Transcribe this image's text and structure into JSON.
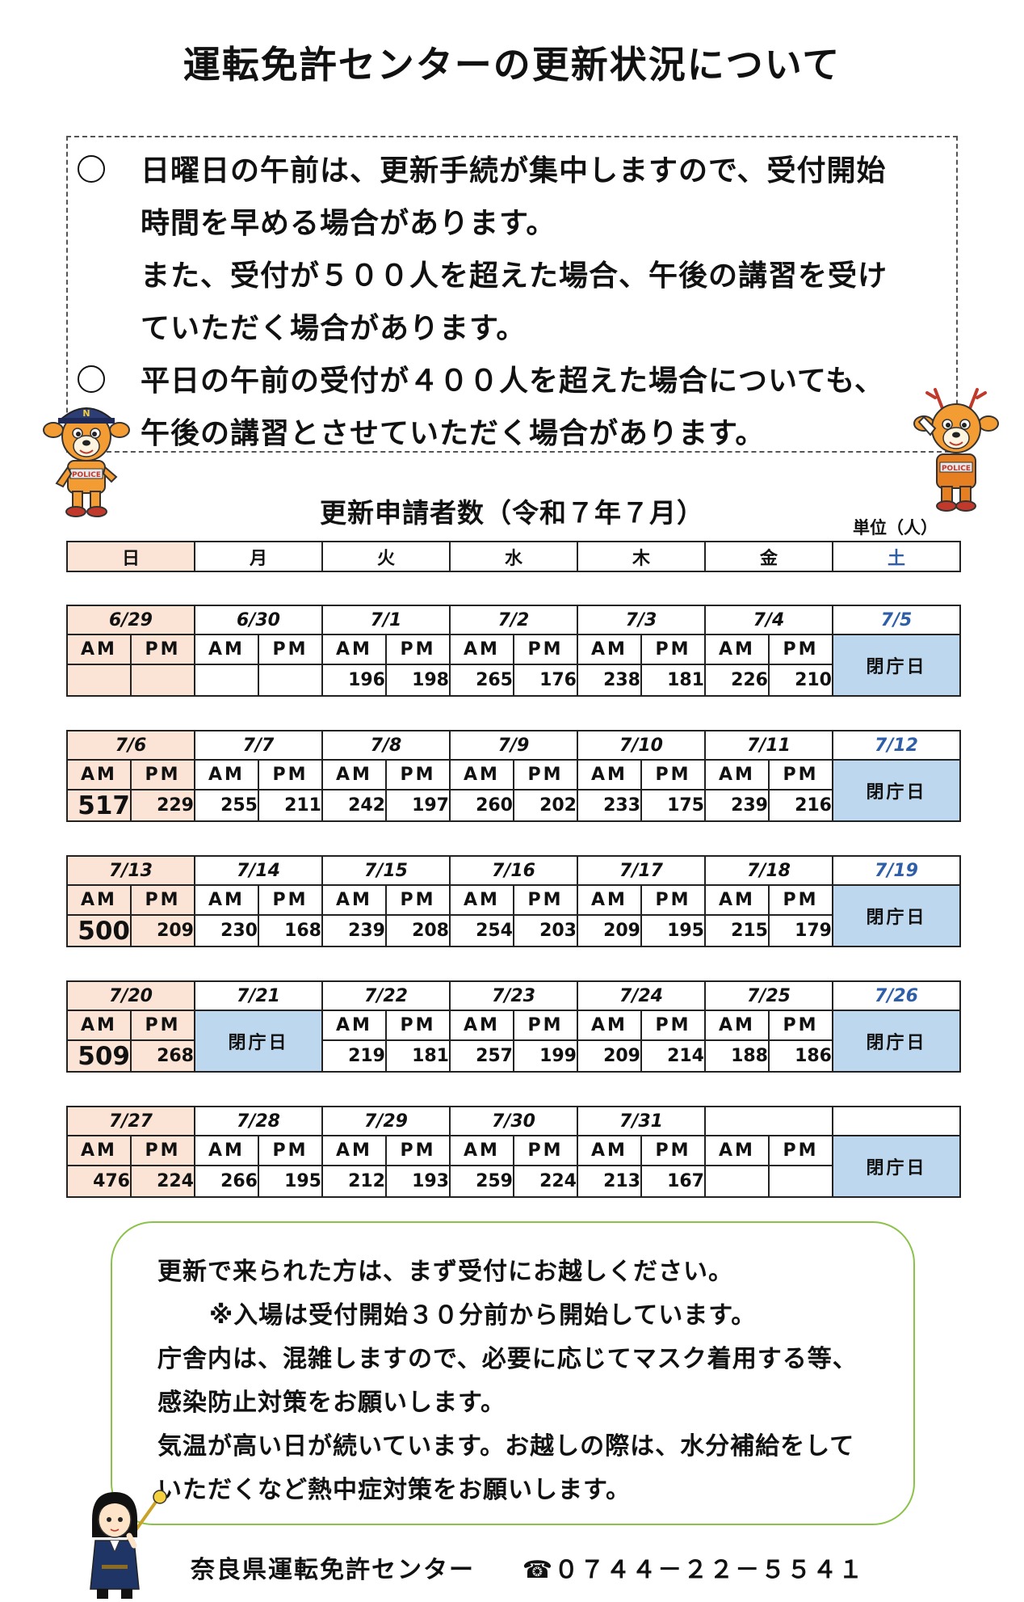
{
  "title": "運転免許センターの更新状況について",
  "notice": {
    "lines": [
      "日曜日の午前は、更新手続が集中しますので、受付開始",
      "時間を早める場合があります。",
      "また、受付が５００人を超えた場合、午後の講習を受け",
      "ていただく場合があります。",
      "平日の午前の受付が４００人を超えた場合についても、",
      "午後の講習とさせていただく場合があります。"
    ]
  },
  "subtitle": "更新申請者数（令和７年７月）",
  "unit": "単位（人）",
  "weekdays": [
    "日",
    "月",
    "火",
    "水",
    "木",
    "金",
    "土"
  ],
  "labels": {
    "am": "AM",
    "pm": "PM",
    "closed": "閉庁日"
  },
  "weeks": [
    {
      "dates": [
        "6/29",
        "6/30",
        "7/1",
        "7/2",
        "7/3",
        "7/4",
        "7/5"
      ],
      "days": [
        {
          "am": "",
          "pm": ""
        },
        {
          "am": "",
          "pm": ""
        },
        {
          "am": "196",
          "pm": "198"
        },
        {
          "am": "265",
          "pm": "176"
        },
        {
          "am": "238",
          "pm": "181"
        },
        {
          "am": "226",
          "pm": "210"
        },
        {
          "closed": true
        }
      ]
    },
    {
      "dates": [
        "7/6",
        "7/7",
        "7/8",
        "7/9",
        "7/10",
        "7/11",
        "7/12"
      ],
      "days": [
        {
          "am": "517",
          "pm": "229"
        },
        {
          "am": "255",
          "pm": "211"
        },
        {
          "am": "242",
          "pm": "197"
        },
        {
          "am": "260",
          "pm": "202"
        },
        {
          "am": "233",
          "pm": "175"
        },
        {
          "am": "239",
          "pm": "216"
        },
        {
          "closed": true
        }
      ]
    },
    {
      "dates": [
        "7/13",
        "7/14",
        "7/15",
        "7/16",
        "7/17",
        "7/18",
        "7/19"
      ],
      "days": [
        {
          "am": "500",
          "pm": "209"
        },
        {
          "am": "230",
          "pm": "168"
        },
        {
          "am": "239",
          "pm": "208"
        },
        {
          "am": "254",
          "pm": "203"
        },
        {
          "am": "209",
          "pm": "195"
        },
        {
          "am": "215",
          "pm": "179"
        },
        {
          "closed": true
        }
      ]
    },
    {
      "dates": [
        "7/20",
        "7/21",
        "7/22",
        "7/23",
        "7/24",
        "7/25",
        "7/26"
      ],
      "days": [
        {
          "am": "509",
          "pm": "268"
        },
        {
          "closed": true
        },
        {
          "am": "219",
          "pm": "181"
        },
        {
          "am": "257",
          "pm": "199"
        },
        {
          "am": "209",
          "pm": "214"
        },
        {
          "am": "188",
          "pm": "186"
        },
        {
          "closed": true
        }
      ]
    },
    {
      "dates": [
        "7/27",
        "7/28",
        "7/29",
        "7/30",
        "7/31",
        "",
        ""
      ],
      "days": [
        {
          "am": "476",
          "pm": "224"
        },
        {
          "am": "266",
          "pm": "195"
        },
        {
          "am": "212",
          "pm": "193"
        },
        {
          "am": "259",
          "pm": "224"
        },
        {
          "am": "213",
          "pm": "167"
        },
        {
          "am": "",
          "pm": ""
        },
        {
          "closed": true
        }
      ]
    }
  ],
  "info": {
    "lines": [
      "更新で来られた方は、まず受付にお越しください。",
      "※入場は受付開始３０分前から開始しています。",
      "庁舎内は、混雑しますので、必要に応じてマスク着用する等、",
      "感染防止対策をお願いします。",
      "気温が高い日が続いています。お越しの際は、水分補給をして",
      "いただくなど熱中症対策をお願いします。"
    ]
  },
  "footer": {
    "org": "奈良県運転免許センター",
    "phone": "☎０７４４－２２－５５４１"
  },
  "mascot_left_cap_letter": "N",
  "mascot_left_badge": "POLICE",
  "mascot_right_badge": "POLICE"
}
